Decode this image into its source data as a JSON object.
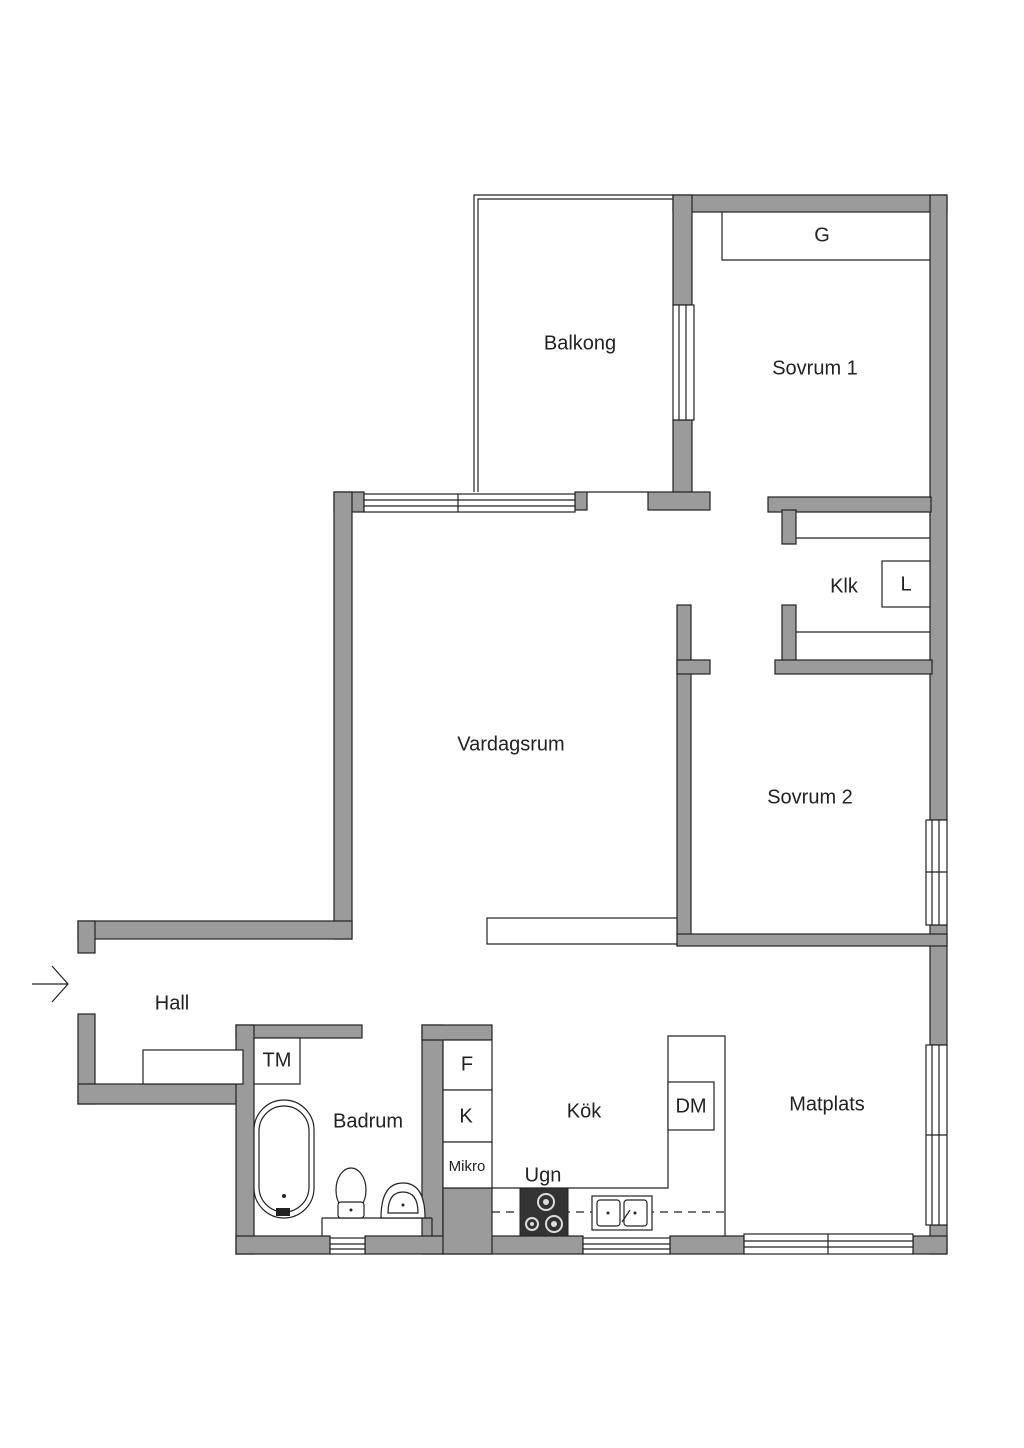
{
  "rooms": {
    "balkong": "Balkong",
    "sovrum1": "Sovrum 1",
    "garderob": "G",
    "klk": "Klk",
    "linen": "L",
    "vardagsrum": "Vardagsrum",
    "sovrum2": "Sovrum 2",
    "hall": "Hall",
    "tm": "TM",
    "badrum": "Badrum",
    "freezer": "F",
    "fridge": "K",
    "mikro": "Mikro",
    "kok": "Kök",
    "ugn": "Ugn",
    "dm": "DM",
    "matplats": "Matplats"
  },
  "icons": {
    "entrance": "entrance-arrow-icon",
    "bathtub": "bathtub-icon",
    "toilet": "toilet-icon",
    "washbasin": "washbasin-icon",
    "stove": "stove-icon",
    "sink": "kitchen-sink-icon"
  }
}
